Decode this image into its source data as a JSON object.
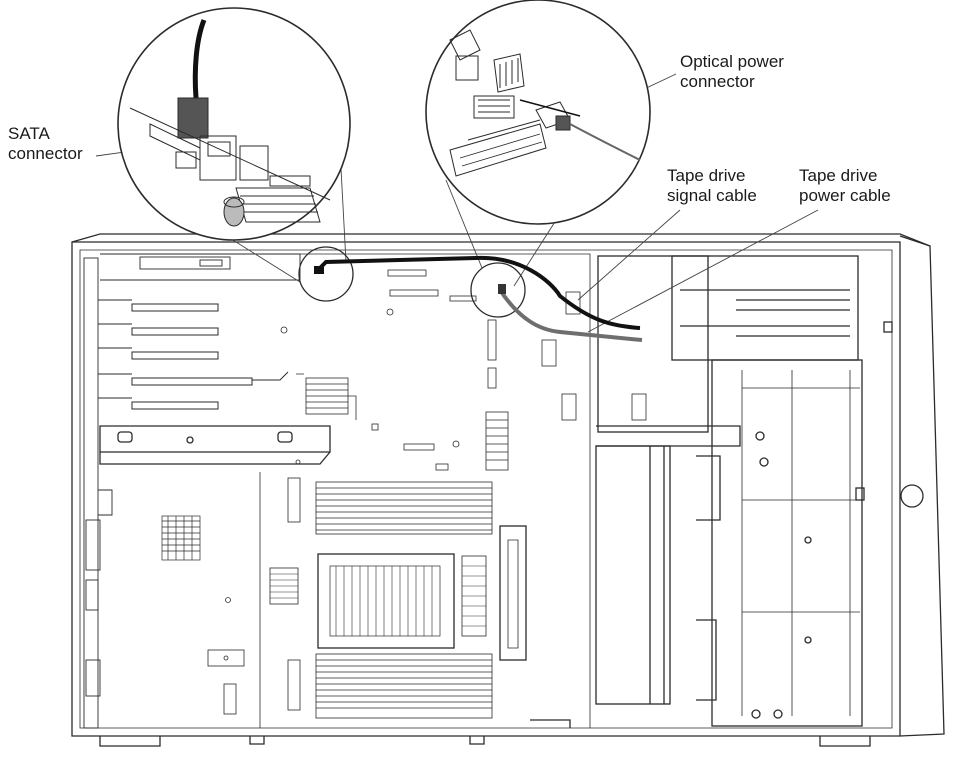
{
  "labels": {
    "sata": [
      "SATA",
      "connector"
    ],
    "optical_power": [
      "Optical power",
      "connector"
    ],
    "tape_signal": [
      "Tape drive",
      "signal cable"
    ],
    "tape_power": [
      "Tape drive",
      "power cable"
    ]
  },
  "colors": {
    "line": "#2b2b2b",
    "signal_cable": "#111111",
    "power_cable": "#6e6e6e",
    "background": "#ffffff"
  }
}
